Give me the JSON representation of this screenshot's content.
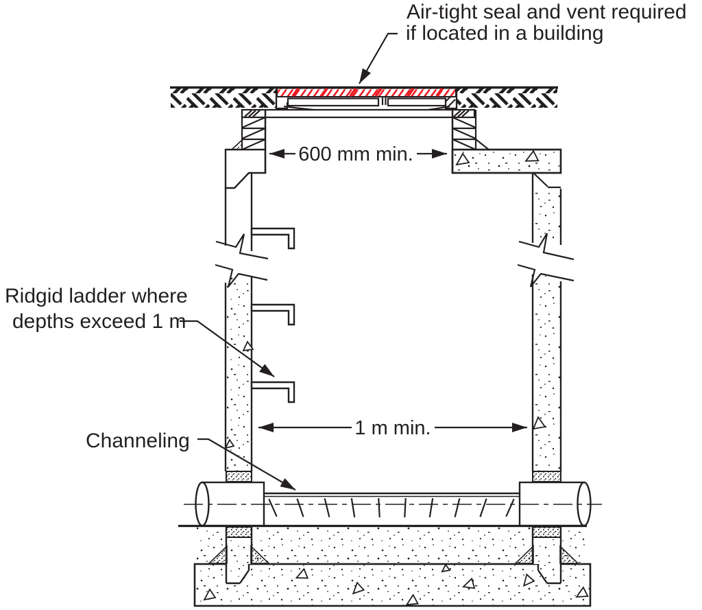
{
  "note": {
    "line1": "Air-tight seal and vent required",
    "line2": "if located in a building"
  },
  "ladder": {
    "line1": "Ridgid ladder where",
    "line2": "depths exceed 1 m"
  },
  "channeling_label": "Channeling",
  "dims": {
    "opening": "600 mm min.",
    "width": "1 m min."
  },
  "colors": {
    "ink": "#231f20",
    "seal_hatch": "#ec1c24",
    "background": "#ffffff"
  }
}
